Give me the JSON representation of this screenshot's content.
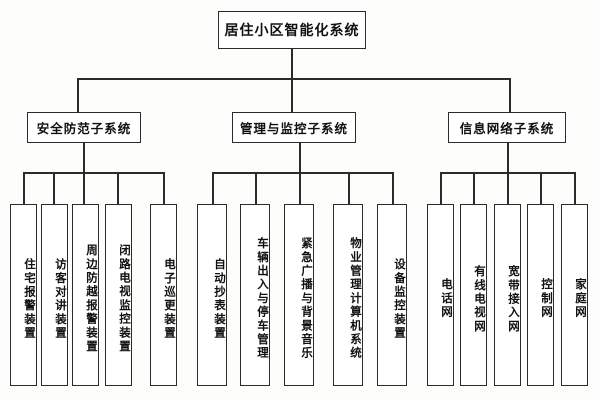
{
  "diagram": {
    "type": "organizational-tree",
    "title": "居住小区智能化系统",
    "orientation": "top-down",
    "levels": 3,
    "root": {
      "label": "居住小区智能化系统"
    },
    "subsystems": [
      {
        "label": "安全防范子系统",
        "leaves": [
          {
            "label": "住宅报警装置"
          },
          {
            "label": "访客对讲装置"
          },
          {
            "label": "周边防越报警装置"
          },
          {
            "label": "闭路电视监控装置"
          },
          {
            "label": "电子巡更装置"
          }
        ]
      },
      {
        "label": "管理与监控子系统",
        "leaves": [
          {
            "label": "自动抄表装置"
          },
          {
            "label": "车辆出入与停车管理"
          },
          {
            "label": "紧急广播与背景音乐"
          },
          {
            "label": "物业管理计算机系统"
          },
          {
            "label": "设备监控装置"
          }
        ]
      },
      {
        "label": "信息网络子系统",
        "leaves": [
          {
            "label": "电话网"
          },
          {
            "label": "有线电视网"
          },
          {
            "label": "宽带接入网"
          },
          {
            "label": "控制网"
          },
          {
            "label": "家庭网"
          }
        ]
      }
    ],
    "colors": {
      "line": "#2b2b2b",
      "box_fill": "#ffffff",
      "text": "#111111",
      "background": "#fdfdfb"
    }
  }
}
